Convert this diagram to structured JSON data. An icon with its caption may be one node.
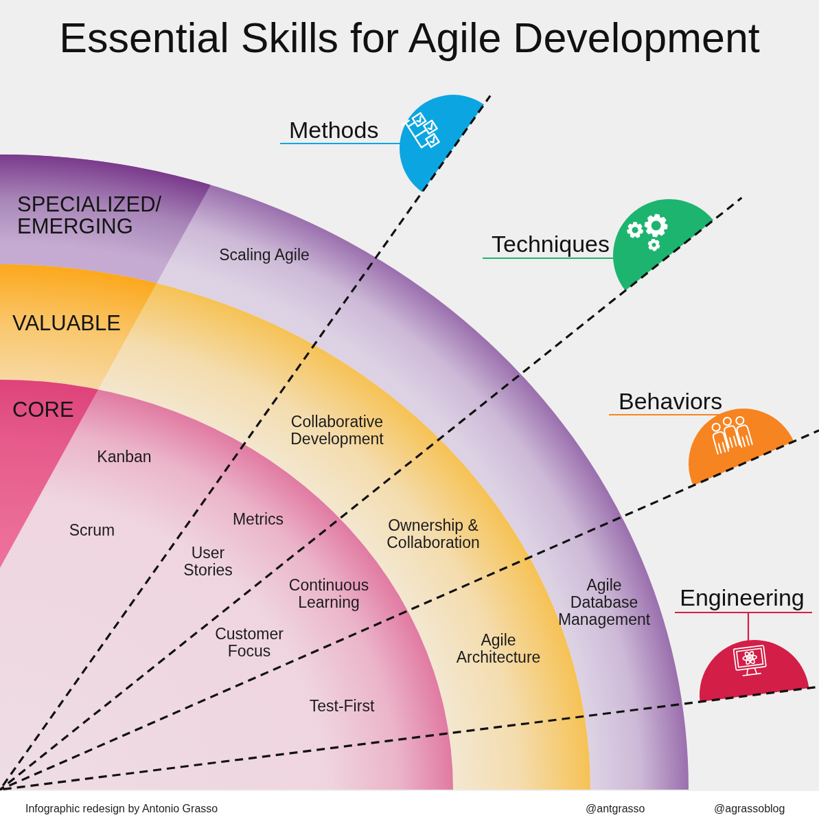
{
  "diagram": {
    "title": "Essential Skills for Agile Development",
    "nodes": [
      {
        "text": [
          "SPECIALIZED/ EMERGING",
          "Scaling Agile",
          "Agile Database Management"
        ]
      },
      {
        "text": [
          "VALUABLE",
          "Collaborative Development",
          "Ownership & Collaboration",
          "Agile Architecture"
        ]
      },
      {
        "text": [
          "CORE",
          "Kanban",
          "Scrum",
          "Metrics",
          "User Stories",
          "Continuous Learning",
          "Customer Focus",
          "Test-First"
        ]
      },
      {
        "text": [
          "Methods"
        ]
      },
      {
        "text": [
          "Techniques"
        ]
      },
      {
        "text": [
          "Behaviors"
        ]
      },
      {
        "text": [
          "Engineering"
        ]
      }
    ],
    "labels": [
      "Infographic redesign by Antonio Grasso",
      "@antgrasso",
      "@agrassoblog"
    ]
  }
}
